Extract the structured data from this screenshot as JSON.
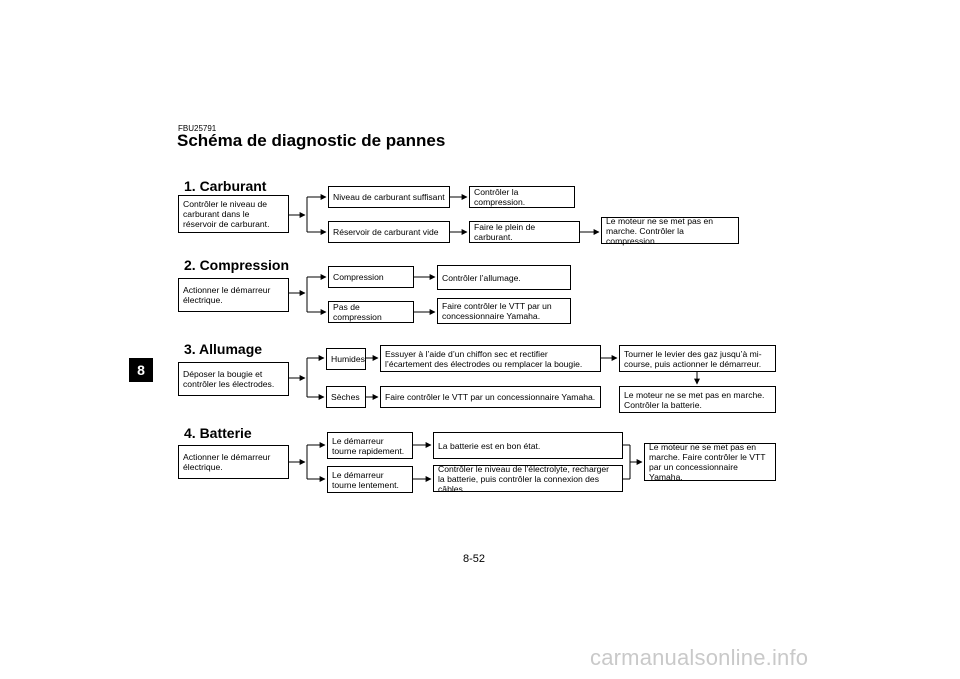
{
  "header": {
    "code": "FBU25791",
    "title": "Schéma de diagnostic de pannes",
    "chapter_tab": "8"
  },
  "sections": [
    {
      "heading": "1. Carburant",
      "start": "Contrôler le niveau de carburant dans le réservoir de carburant.",
      "branches": [
        {
          "condition": "Niveau de carburant suffisant",
          "actions": [
            "Contrôler la compression."
          ]
        },
        {
          "condition": "Réservoir de carburant vide",
          "actions": [
            "Faire le plein de carburant.",
            "Le moteur ne se met pas en marche. Contrôler la compression."
          ]
        }
      ]
    },
    {
      "heading": "2. Compression",
      "start": "Actionner le démarreur électrique.",
      "branches": [
        {
          "condition": "Compression",
          "actions": [
            "Contrôler l’allumage."
          ]
        },
        {
          "condition": "Pas de compression",
          "actions": [
            "Faire contrôler le VTT par un concessionnaire Yamaha."
          ]
        }
      ]
    },
    {
      "heading": "3. Allumage",
      "start": "Déposer la bougie et contrôler les électrodes.",
      "branches": [
        {
          "condition": "Humides",
          "actions": [
            "Essuyer à l’aide d’un chiffon sec et rectifier l’écartement des électrodes ou remplacer la bougie.",
            "Tourner le levier des gaz jusqu’à mi-course, puis actionner le démarreur."
          ]
        },
        {
          "condition": "Sèches",
          "actions": [
            "Faire contrôler le VTT par un concessionnaire Yamaha."
          ]
        }
      ],
      "followup": "Le moteur ne se met pas en marche. Contrôler la batterie."
    },
    {
      "heading": "4. Batterie",
      "start": "Actionner le démarreur électrique.",
      "branches": [
        {
          "condition": "Le démarreur tourne rapidement.",
          "actions": [
            "La batterie est en bon état."
          ]
        },
        {
          "condition": "Le démarreur tourne lentement.",
          "actions": [
            "Contrôler le niveau de l’électrolyte, recharger la batterie, puis contrôler la connexion des câbles."
          ]
        }
      ],
      "followup": "Le moteur ne se met pas en marche. Faire contrôler le VTT par un concessionnaire Yamaha."
    }
  ],
  "footer": {
    "page_number": "8-52",
    "watermark": "carmanualsonline.info"
  }
}
